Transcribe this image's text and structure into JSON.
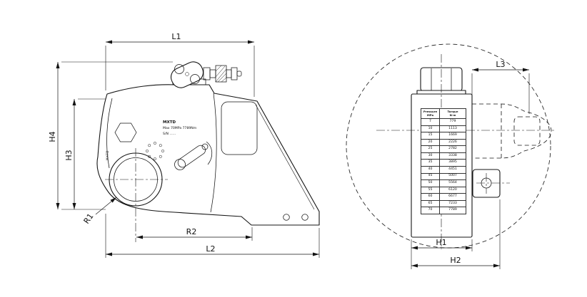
{
  "left_view": {
    "dim_l1": "L1",
    "dim_l2": "L2",
    "dim_h3": "H3",
    "dim_h4": "H4",
    "dim_r1": "R1",
    "dim_r2": "R2",
    "nameplate": {
      "model": "MXTD",
      "spec": "Max 70MPa  7789Nm",
      "serial": "S/N ......"
    },
    "side_marking": "MXTD"
  },
  "right_view": {
    "dim_l3": "L3",
    "dim_h1": "H1",
    "dim_h2": "H2",
    "torque_table": {
      "headers": [
        "Pressure\nMPa",
        "Torque\nN·m"
      ],
      "rows": [
        [
          "7",
          "779"
        ],
        [
          "10",
          "1113"
        ],
        [
          "15",
          "1669"
        ],
        [
          "20",
          "2226"
        ],
        [
          "25",
          "2782"
        ],
        [
          "30",
          "3338"
        ],
        [
          "35",
          "3895"
        ],
        [
          "40",
          "4451"
        ],
        [
          "45",
          "5007"
        ],
        [
          "50",
          "5564"
        ],
        [
          "55",
          "6120"
        ],
        [
          "60",
          "6677"
        ],
        [
          "65",
          "7233"
        ],
        [
          "70",
          "7789"
        ]
      ]
    }
  }
}
